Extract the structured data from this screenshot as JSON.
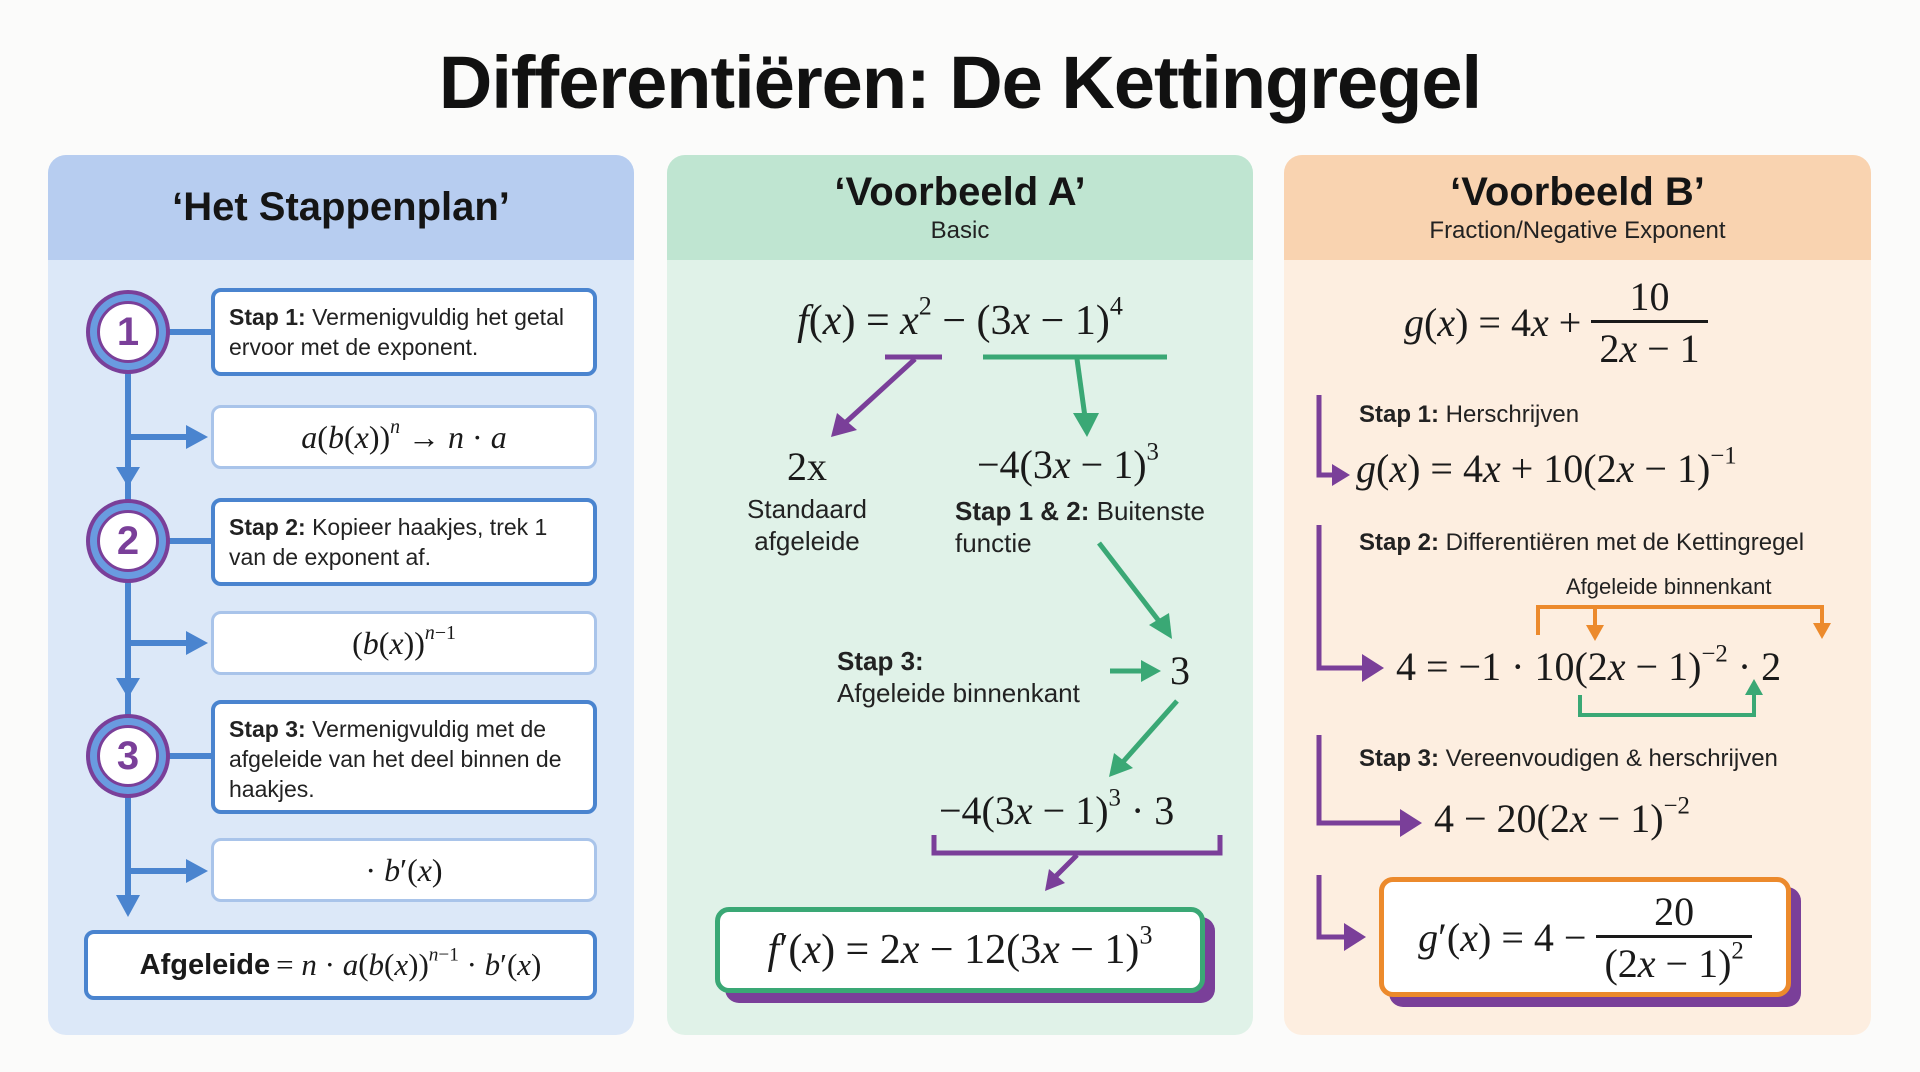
{
  "title": "Differentiëren: De Kettingregel",
  "colors": {
    "blue": "#4a84cf",
    "purple": "#7a3f99",
    "green": "#3aa875",
    "orange": "#ec8a2c",
    "panel_blue": "#dce8f8",
    "panel_green": "#e0f2e8",
    "panel_orange": "#fdeee0"
  },
  "panels": {
    "stappenplan": {
      "title": "‘Het Stappenplan’",
      "steps": [
        {
          "number": "1",
          "label": "Stap 1:",
          "text": " Vermenigvuldig het getal ervoor met de exponent.",
          "formula": "a(b(x))^n → n · a"
        },
        {
          "number": "2",
          "label": "Stap 2:",
          "text": " Kopieer haakjes, trek 1 van de exponent af.",
          "formula": "(b(x))^(n−1)"
        },
        {
          "number": "3",
          "label": "Stap 3:",
          "text": " Vermenigvuldig met de afgeleide van het deel binnen de haakjes.",
          "formula": "· b′(x)"
        }
      ],
      "result_label": "Afgeleide",
      "result_formula": "= n · a(b(x))^(n−1) · b′(x)"
    },
    "voorbeeld_a": {
      "title": "‘Voorbeeld A’",
      "subtitle": "Basic",
      "function": "f(x) = x² − (3x − 1)⁴",
      "left_result": "2x",
      "left_caption_1": "Standaard",
      "left_caption_2": "afgeleide",
      "right_result": "−4(3x − 1)³",
      "right_caption_bold": "Stap 1 & 2:",
      "right_caption_text": " Buitenste",
      "right_caption_line2": "functie",
      "step3_bold": "Stap 3:",
      "step3_text": "Afgeleide binnenkant",
      "inner_derivative": "3",
      "combined": "−4(3x − 1)³ · 3",
      "final": "f′(x) = 2x − 12(3x − 1)³"
    },
    "voorbeeld_b": {
      "title": "‘Voorbeeld B’",
      "subtitle": "Fraction/Negative Exponent",
      "function": "g(x) = 4x + 10/(2x − 1)",
      "step1_bold": "Stap 1:",
      "step1_text": " Herschrijven",
      "step1_formula": "g(x) = 4x + 10(2x − 1)⁻¹",
      "step2_bold": "Stap 2:",
      "step2_text": " Differentiëren met de Kettingregel",
      "step2_annotation": "Afgeleide binnenkant",
      "step2_formula": "4 = −1 · 10(2x − 1)⁻² · 2",
      "step3_bold": "Stap 3:",
      "step3_text": " Vereenvoudigen & herschrijven",
      "step3_formula": "4 − 20(2x − 1)⁻²",
      "final": "g′(x) = 4 − 20/(2x − 1)²"
    }
  }
}
